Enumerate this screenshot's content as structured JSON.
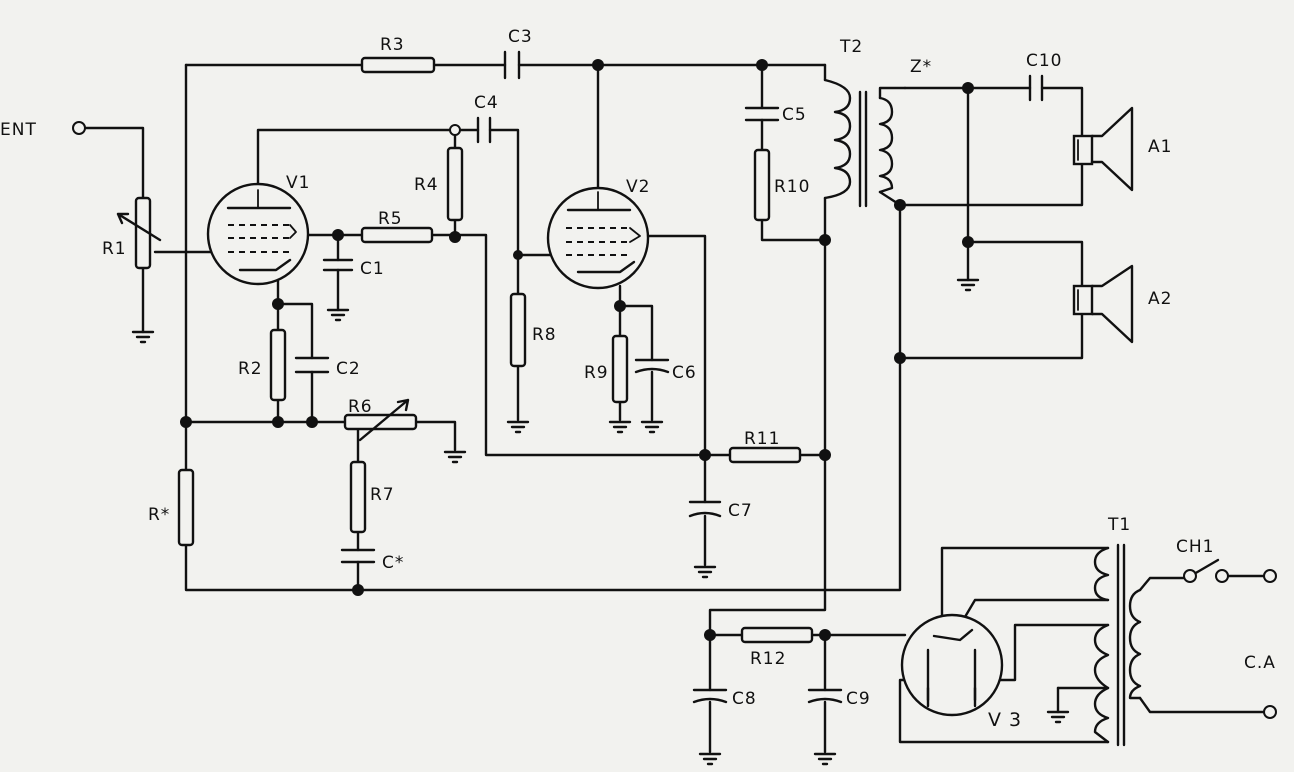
{
  "labels": {
    "ent": "ENT",
    "r1": "R1",
    "r2": "R2",
    "r3": "R3",
    "r4": "R4",
    "r5": "R5",
    "r6": "R6",
    "r7": "R7",
    "r8": "R8",
    "r9": "R9",
    "r10": "R10",
    "r11": "R11",
    "r12": "R12",
    "rstar": "R*",
    "c1": "C1",
    "c2": "C2",
    "c3": "C3",
    "c4": "C4",
    "c5": "C5",
    "c6": "C6",
    "c7": "C7",
    "c8": "C8",
    "c9": "C9",
    "c10": "C10",
    "cstar": "C*",
    "v1": "V1",
    "v2": "V2",
    "v3": "V 3",
    "t1": "T1",
    "t2": "T2",
    "zstar": "Z*",
    "a1": "A1",
    "a2": "A2",
    "ch1": "CH1",
    "ca": "C.A"
  }
}
